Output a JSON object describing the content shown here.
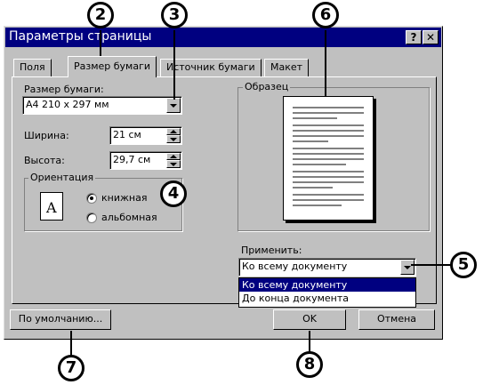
{
  "window": {
    "title": "Параметры страницы",
    "help_btn": "?",
    "close_btn": "✕"
  },
  "tabs": [
    {
      "label": "Поля",
      "active": false
    },
    {
      "label": "Размер бумаги",
      "active": true
    },
    {
      "label": "Источник бумаги",
      "active": false
    },
    {
      "label": "Макет",
      "active": false
    }
  ],
  "paper": {
    "size_label": "Размер бумаги:",
    "size_value": "A4 210 x 297 мм",
    "width_label": "Ширина:",
    "width_value": "21 см",
    "height_label": "Высота:",
    "height_value": "29,7 см"
  },
  "orientation": {
    "title": "Ориентация",
    "icon_letter": "A",
    "portrait": "книжная",
    "landscape": "альбомная",
    "selected": "portrait"
  },
  "preview": {
    "title": "Образец"
  },
  "apply": {
    "label": "Применить:",
    "value": "Ко всему документу",
    "options": [
      "Ко всему документу",
      "До конца документа"
    ]
  },
  "buttons": {
    "default": "По умолчанию...",
    "ok": "OK",
    "cancel": "Отмена"
  },
  "callouts": [
    "2",
    "3",
    "4",
    "5",
    "6",
    "7",
    "8"
  ]
}
